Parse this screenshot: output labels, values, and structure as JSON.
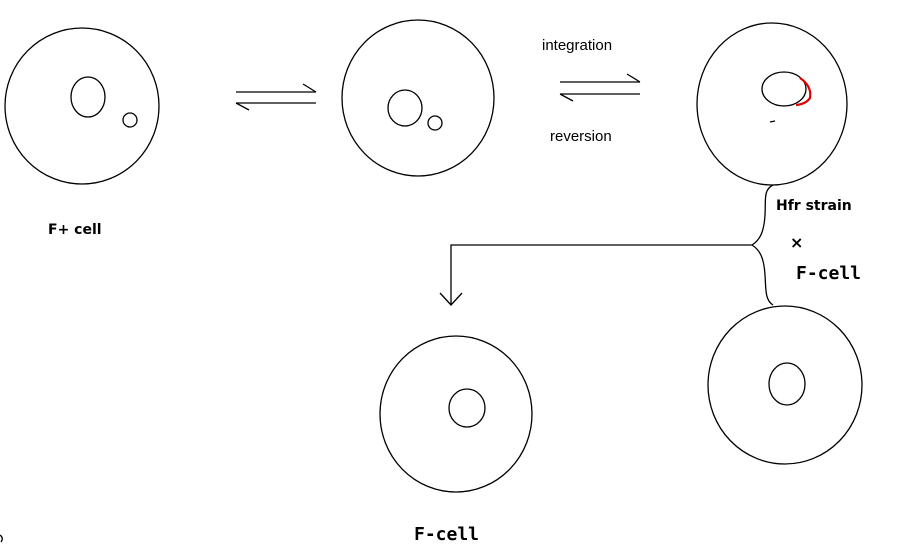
{
  "labels": {
    "f_plus_cell": "F+ cell",
    "integration": "integration",
    "reversion": "reversion",
    "hfr_strain": "Hfr strain",
    "cross": "×",
    "f_minus_cell_right": "F-cell",
    "f_minus_cell_bottom": "F-cell"
  },
  "colors": {
    "line": "#000000",
    "integrated_segment": "#e00000",
    "background": "#ffffff"
  }
}
